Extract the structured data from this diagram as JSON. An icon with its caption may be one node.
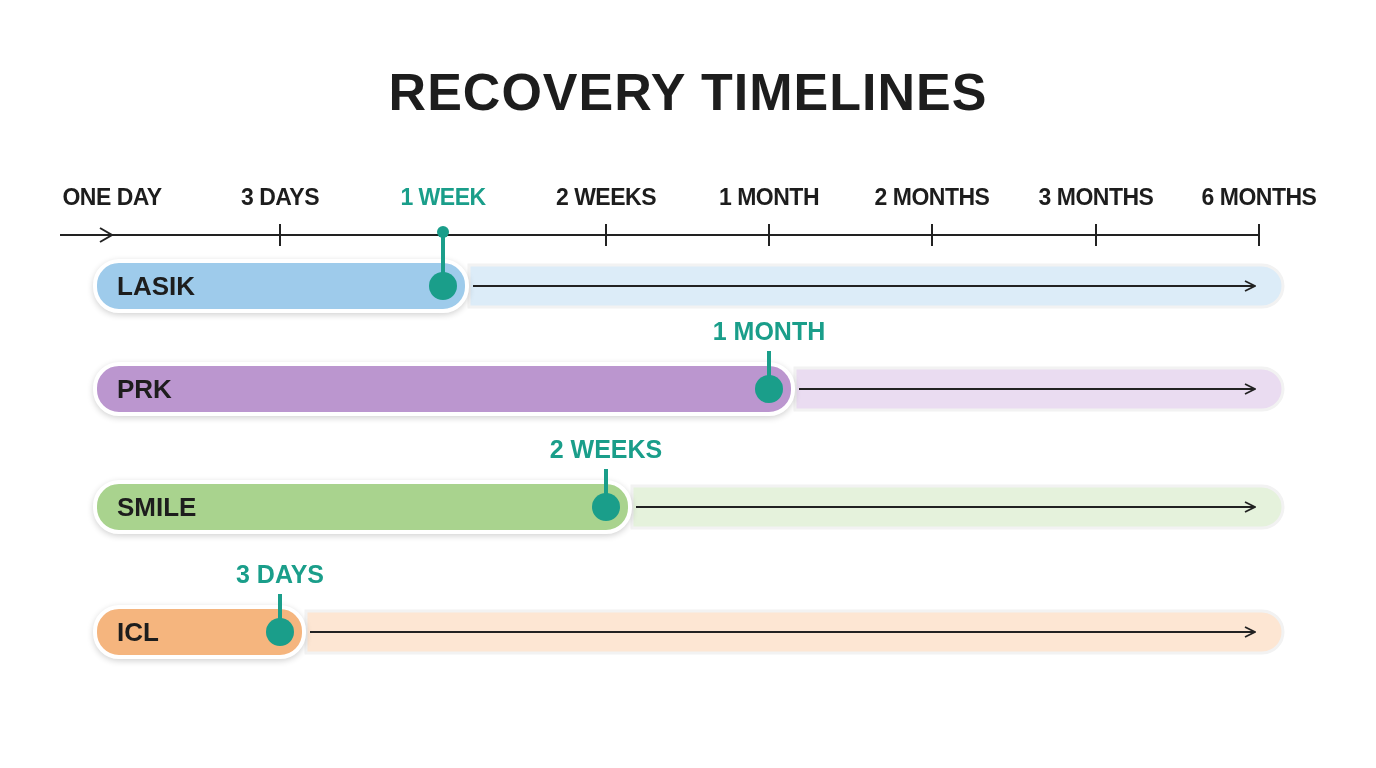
{
  "diagram": {
    "title": "RECOVERY TIMELINES",
    "nodes": [
      {
        "text": [
          "LASIK"
        ]
      },
      {
        "text": [
          "PRK"
        ],
        "beside": [
          "1 MONTH"
        ]
      },
      {
        "text": [
          "SMILE"
        ],
        "beside": [
          "2 WEEKS"
        ]
      },
      {
        "text": [
          "ICL"
        ],
        "beside": [
          "3 DAYS"
        ]
      }
    ],
    "labels": [
      "ONE DAY",
      "3 DAYS",
      "1 WEEK",
      "2 WEEKS",
      "1 MONTH",
      "2 MONTHS",
      "3 MONTHS",
      "6 MONTHS"
    ]
  }
}
